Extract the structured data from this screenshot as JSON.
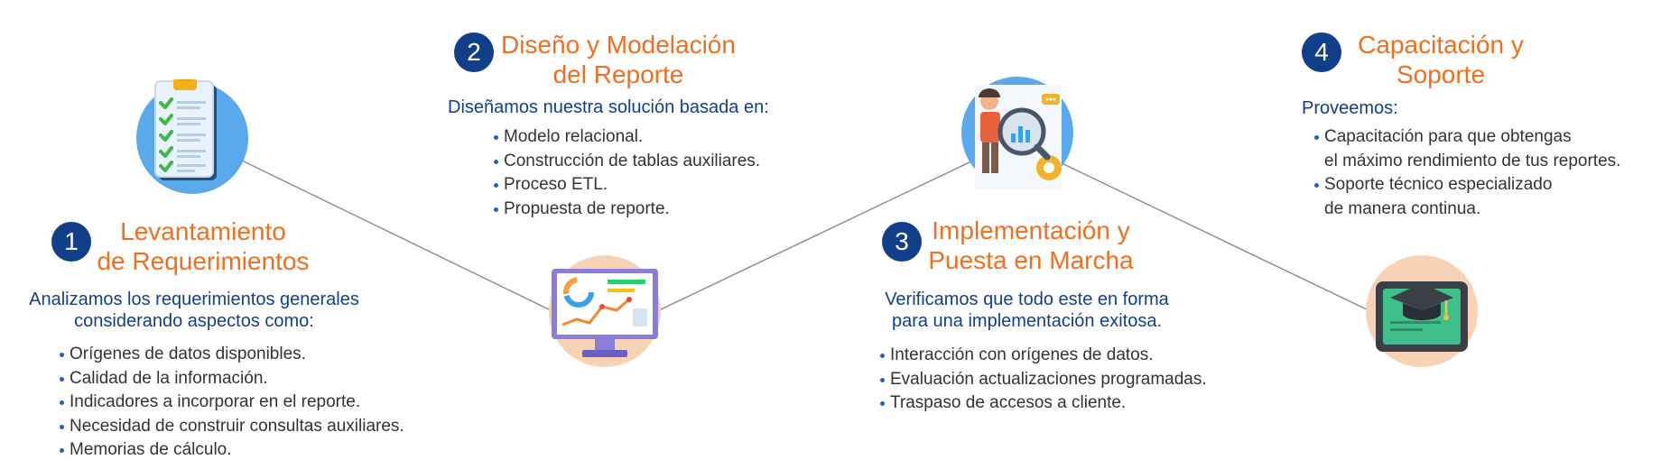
{
  "steps": [
    {
      "number": "1",
      "title_lines": [
        "Levantamiento",
        "de Requerimientos"
      ],
      "description_lines": [
        "Analizamos los requerimientos generales",
        "considerando aspectos como:"
      ],
      "bullets": [
        [
          "Orígenes de datos disponibles."
        ],
        [
          "Calidad de la información."
        ],
        [
          "Indicadores a incorporar en el reporte."
        ],
        [
          "Necesidad de construir consultas auxiliares."
        ],
        [
          "Memorias de cálculo."
        ]
      ]
    },
    {
      "number": "2",
      "title_lines": [
        "Diseño y Modelación",
        "del Reporte"
      ],
      "description_lines": [
        "Diseñamos nuestra solución basada en:"
      ],
      "bullets": [
        [
          "Modelo relacional."
        ],
        [
          "Construcción de tablas auxiliares."
        ],
        [
          "Proceso ETL."
        ],
        [
          "Propuesta de reporte."
        ]
      ]
    },
    {
      "number": "3",
      "title_lines": [
        "Implementación y",
        "Puesta en Marcha"
      ],
      "description_lines": [
        "Verificamos que todo este en forma",
        "para una implementación exitosa."
      ],
      "bullets": [
        [
          "Interacción con orígenes de datos."
        ],
        [
          "Evaluación actualizaciones programadas."
        ],
        [
          "Traspaso de accesos a cliente."
        ]
      ]
    },
    {
      "number": "4",
      "title_lines": [
        "Capacitación y",
        "Soporte"
      ],
      "description_lines": [
        "Proveemos:"
      ],
      "bullets": [
        [
          "Capacitación para que obtengas",
          "el máximo rendimiento de tus reportes."
        ],
        [
          "Soporte técnico especializado",
          "de manera continua."
        ]
      ]
    }
  ],
  "icons": [
    "clipboard-checklist-icon",
    "monitor-dashboard-icon",
    "analyst-magnifier-icon",
    "graduation-laptop-icon"
  ],
  "colors": {
    "step_badge": "#123f8a",
    "title": "#ef6f1f",
    "description": "#123f8a",
    "bullet_text": "#333333",
    "connector": "#8a8a8a",
    "blue_circle": "#5aa9ec",
    "peach_circle": "#f7d2b4"
  }
}
